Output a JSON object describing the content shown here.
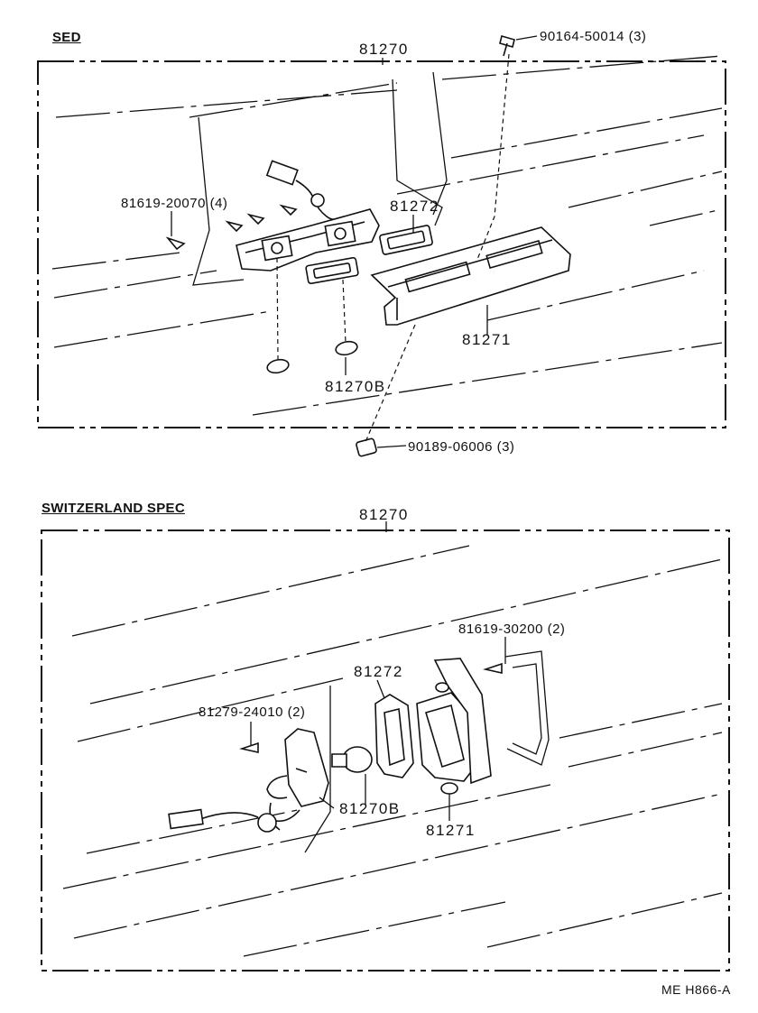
{
  "sections": {
    "sed": {
      "title": "SED",
      "labels": {
        "p81270": "81270",
        "p90164": "90164-50014 (3)",
        "p81619a": "81619-20070 (4)",
        "p81272": "81272",
        "p81271": "81271",
        "p81270b": "81270B",
        "p90189": "90189-06006 (3)"
      }
    },
    "switzerland": {
      "title": "SWITZERLAND SPEC",
      "labels": {
        "p81270": "81270",
        "p81619b": "81619-30200 (2)",
        "p81272": "81272",
        "p81279": "81279-24010 (2)",
        "p81270b": "81270B",
        "p81271": "81271"
      }
    }
  },
  "figure_code": "ME H866-A"
}
